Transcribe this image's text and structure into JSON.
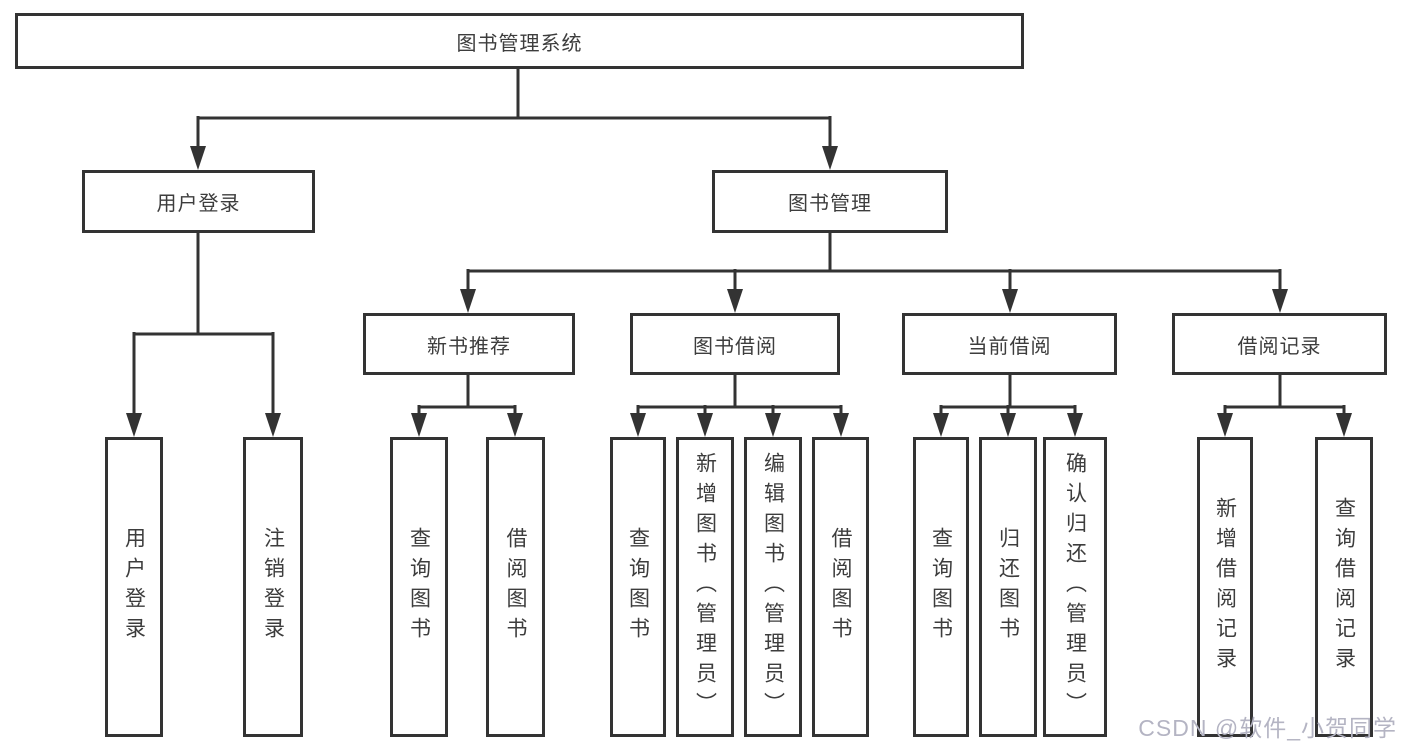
{
  "tree": {
    "root": "图书管理系统",
    "branches": [
      {
        "label": "用户登录",
        "children": [
          "用户登录",
          "注销登录"
        ]
      },
      {
        "label": "图书管理",
        "children": [
          {
            "label": "新书推荐",
            "children": [
              "查询图书",
              "借阅图书"
            ]
          },
          {
            "label": "图书借阅",
            "children": [
              "查询图书",
              "新增图书（管理员）",
              "编辑图书（管理员）",
              "借阅图书"
            ]
          },
          {
            "label": "当前借阅",
            "children": [
              "查询图书",
              "归还图书",
              "确认归还（管理员）"
            ]
          },
          {
            "label": "借阅记录",
            "children": [
              "新增借阅记录",
              "查询借阅记录"
            ]
          }
        ]
      }
    ]
  },
  "watermark": "CSDN @软件_小贺同学",
  "colors": {
    "line": "#333333",
    "text": "#3d3d3d",
    "watermark": "#b4b4c3",
    "background": "#ffffff"
  }
}
